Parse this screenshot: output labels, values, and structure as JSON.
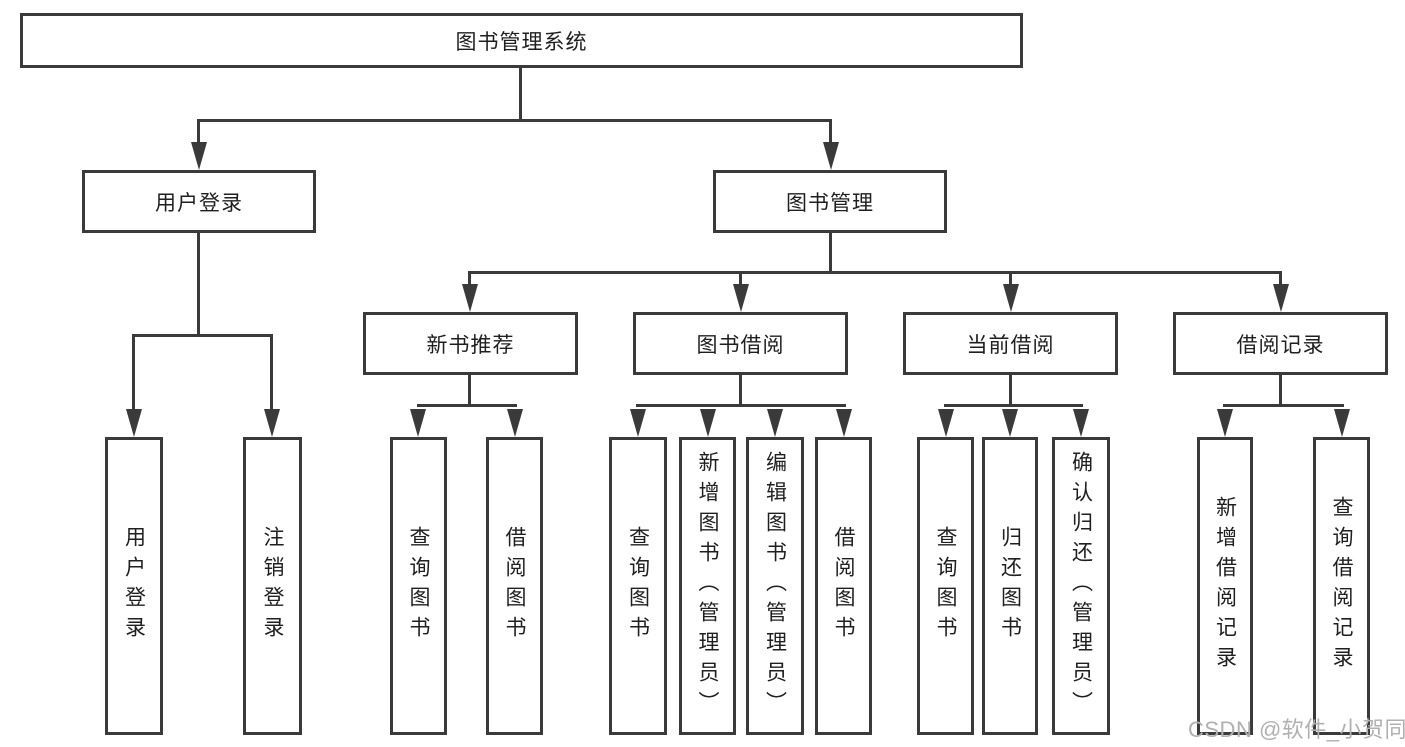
{
  "diagram": {
    "title": "图书管理系统",
    "level2": [
      "用户登录",
      "图书管理"
    ],
    "level3": [
      "新书推荐",
      "图书借阅",
      "当前借阅",
      "借阅记录"
    ],
    "leaves_user_login": [
      "用户登录",
      "注销登录"
    ],
    "leaves_new_book": [
      "查询图书",
      "借阅图书"
    ],
    "leaves_book_borrow": [
      "查询图书",
      "新增图书（管理员）",
      "编辑图书（管理员）",
      "借阅图书"
    ],
    "leaves_current_borrow": [
      "查询图书",
      "归还图书",
      "确认归还（管理员）"
    ],
    "leaves_borrow_records": [
      "新增借阅记录",
      "查询借阅记录"
    ]
  },
  "watermark": "CSDN @软件_小贺同学",
  "colors": {
    "line": "#3a3a3a",
    "text": "#1f1f1f",
    "background": "#ffffff",
    "watermark": "#b0b0b0"
  }
}
